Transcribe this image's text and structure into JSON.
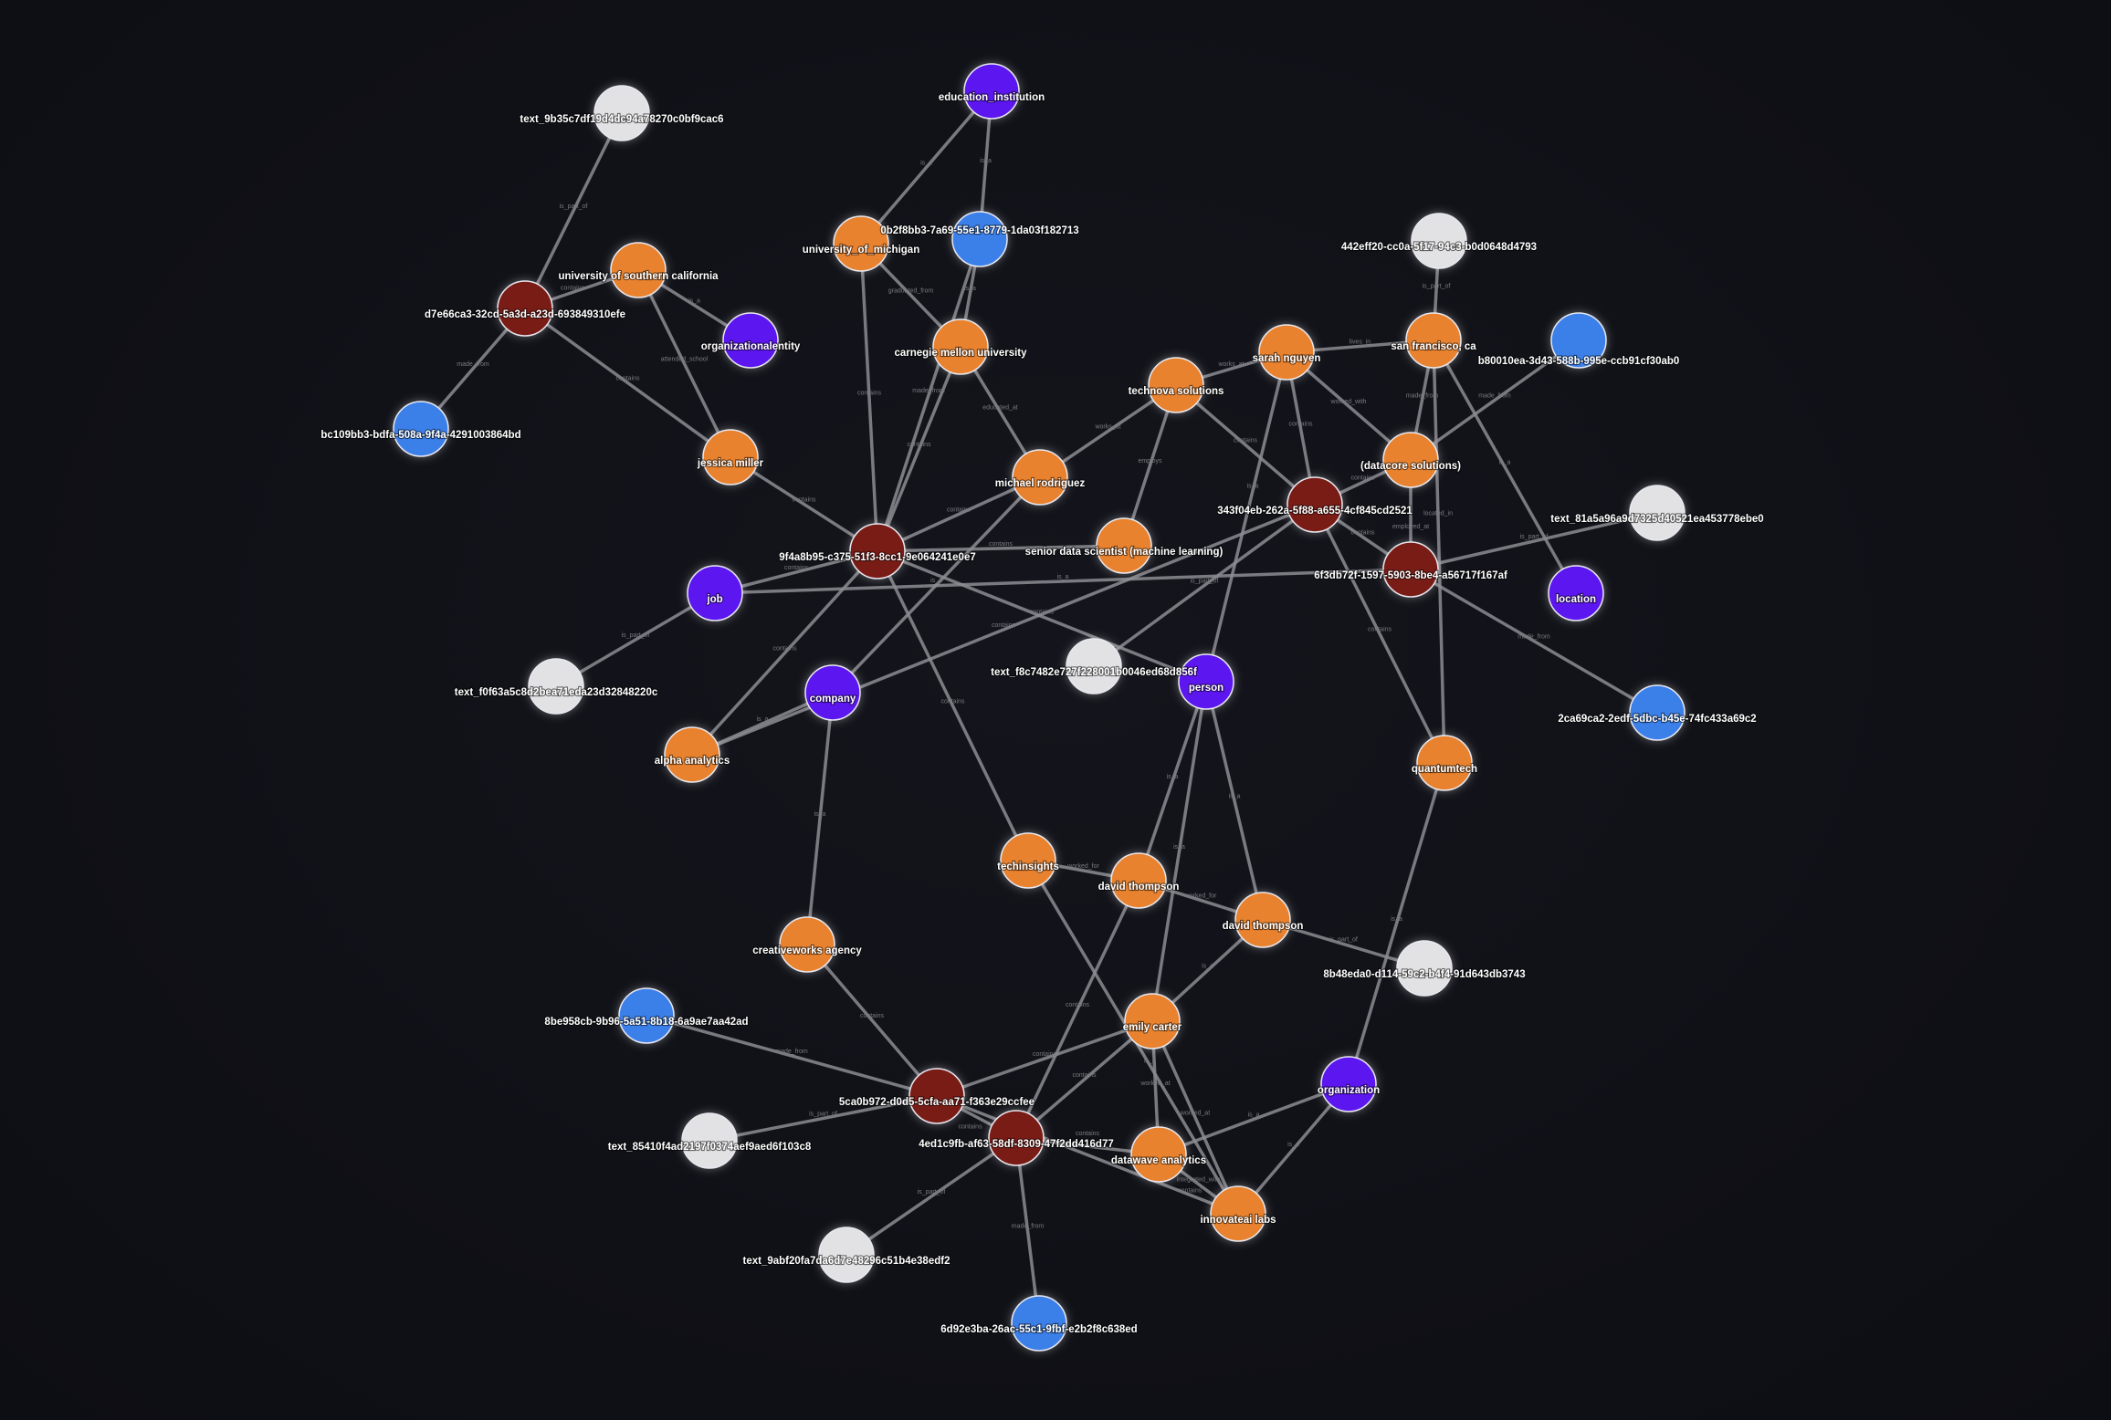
{
  "colors": {
    "background": "#111218",
    "edge": "#8c8c92",
    "text_chunk": "#e2e2e4",
    "concept": "#5b16ef",
    "entity": "#e8822f",
    "document": "#7a1a18",
    "source": "#3b7fe9"
  },
  "nodes": [
    {
      "id": "n1",
      "label": "text_9b35c7df19d4dc94a78270c0bf9cac6",
      "type": "text_chunk"
    },
    {
      "id": "n2",
      "label": "education_institution",
      "type": "concept"
    },
    {
      "id": "n3",
      "label": "university_of_michigan",
      "type": "entity"
    },
    {
      "id": "n4",
      "label": "0b2f8bb3-7a69-55e1-8779-1da03f182713",
      "type": "source"
    },
    {
      "id": "n5",
      "label": "university of southern california",
      "type": "entity"
    },
    {
      "id": "n6",
      "label": "d7e66ca3-32cd-5a3d-a23d-693849310efe",
      "type": "document"
    },
    {
      "id": "n7",
      "label": "organizationalentity",
      "type": "concept"
    },
    {
      "id": "n8",
      "label": "carnegie mellon university",
      "type": "entity"
    },
    {
      "id": "n9",
      "label": "bc109bb3-bdfa-508a-9f4a-4291003864bd",
      "type": "source"
    },
    {
      "id": "n10",
      "label": "jessica miller",
      "type": "entity"
    },
    {
      "id": "n11",
      "label": "michael rodriguez",
      "type": "entity"
    },
    {
      "id": "n12",
      "label": "9f4a8b95-c375-51f3-8cc1-9e064241e0e7",
      "type": "document"
    },
    {
      "id": "n13",
      "label": "job",
      "type": "concept"
    },
    {
      "id": "n14",
      "label": "senior data scientist (machine learning)",
      "type": "entity"
    },
    {
      "id": "n15",
      "label": "technova solutions",
      "type": "entity"
    },
    {
      "id": "n16",
      "label": "sarah nguyen",
      "type": "entity"
    },
    {
      "id": "n17",
      "label": "san francisco, ca",
      "type": "entity"
    },
    {
      "id": "n18",
      "label": "442eff20-cc0a-5f17-94c3-b0d0648d4793",
      "type": "text_chunk"
    },
    {
      "id": "n19",
      "label": "b80010ea-3d43-588b-995e-ccb91cf30ab0",
      "type": "source"
    },
    {
      "id": "n20",
      "label": "(datacore solutions)",
      "type": "entity"
    },
    {
      "id": "n21",
      "label": "343f04eb-262a-5f88-a655-4cf845cd2521",
      "type": "document"
    },
    {
      "id": "n22",
      "label": "6f3db72f-1597-5903-8be4-a56717f167af",
      "type": "document"
    },
    {
      "id": "n23",
      "label": "text_81a5a96a9d7325d40521ea453778ebe0",
      "type": "text_chunk"
    },
    {
      "id": "n24",
      "label": "location",
      "type": "concept"
    },
    {
      "id": "n25",
      "label": "text_f0f63a5c8d2bea71eda23d32848220c",
      "type": "text_chunk"
    },
    {
      "id": "n26",
      "label": "company",
      "type": "concept"
    },
    {
      "id": "n27",
      "label": "text_f8c7482e727f228001b0046ed68d856f",
      "type": "text_chunk"
    },
    {
      "id": "n28",
      "label": "person",
      "type": "concept"
    },
    {
      "id": "n29",
      "label": "alpha analytics",
      "type": "entity"
    },
    {
      "id": "n30",
      "label": "2ca69ca2-2edf-5dbc-b45e-74fc433a69c2",
      "type": "source"
    },
    {
      "id": "n31",
      "label": "quantumtech",
      "type": "entity"
    },
    {
      "id": "n32",
      "label": "techinsights",
      "type": "entity"
    },
    {
      "id": "n33",
      "label": "david thompson",
      "type": "entity"
    },
    {
      "id": "n34",
      "label": "david thompson",
      "type": "entity"
    },
    {
      "id": "n35",
      "label": "creativeworks agency",
      "type": "entity"
    },
    {
      "id": "n36",
      "label": "8b48eda0-d114-59c2-b4f4-91d643db3743",
      "type": "text_chunk"
    },
    {
      "id": "n37",
      "label": "8be958cb-9b96-5a51-8b18-6a9ae7aa42ad",
      "type": "source"
    },
    {
      "id": "n38",
      "label": "emily carter",
      "type": "entity"
    },
    {
      "id": "n39",
      "label": "organization",
      "type": "concept"
    },
    {
      "id": "n40",
      "label": "5ca0b972-d0d5-5cfa-aa71-f363e29ccfee",
      "type": "document"
    },
    {
      "id": "n41",
      "label": "text_85410f4ad2197f0374aef9aed6f103c8",
      "type": "text_chunk"
    },
    {
      "id": "n42",
      "label": "4ed1c9fb-af63-58df-8309-47f2dd416d77",
      "type": "document"
    },
    {
      "id": "n43",
      "label": "datawave analytics",
      "type": "entity"
    },
    {
      "id": "n44",
      "label": "innovateai labs",
      "type": "entity"
    },
    {
      "id": "n45",
      "label": "text_9abf20fa7da6d7e48296c51b4e38edf2",
      "type": "text_chunk"
    },
    {
      "id": "n46",
      "label": "6d92e3ba-26ac-55c1-9fbf-e2b2f8c638ed",
      "type": "source"
    }
  ],
  "edges": [
    {
      "s": "n1",
      "t": "n6",
      "label": "is_part_of"
    },
    {
      "s": "n6",
      "t": "n5",
      "label": "contains"
    },
    {
      "s": "n6",
      "t": "n9",
      "label": "made_from"
    },
    {
      "s": "n6",
      "t": "n10",
      "label": "contains"
    },
    {
      "s": "n5",
      "t": "n7",
      "label": "is_a"
    },
    {
      "s": "n5",
      "t": "n10",
      "label": "attended_school"
    },
    {
      "s": "n2",
      "t": "n3",
      "label": "is_a"
    },
    {
      "s": "n2",
      "t": "n4",
      "label": "is_a"
    },
    {
      "s": "n3",
      "t": "n8",
      "label": "graduated_from"
    },
    {
      "s": "n3",
      "t": "n12",
      "label": "contains"
    },
    {
      "s": "n4",
      "t": "n12",
      "label": "made_from"
    },
    {
      "s": "n4",
      "t": "n8",
      "label": "is_a"
    },
    {
      "s": "n8",
      "t": "n11",
      "label": "educated_at"
    },
    {
      "s": "n8",
      "t": "n12",
      "label": "contains"
    },
    {
      "s": "n10",
      "t": "n12",
      "label": "contains"
    },
    {
      "s": "n11",
      "t": "n12",
      "label": "contains"
    },
    {
      "s": "n11",
      "t": "n15",
      "label": "works_at"
    },
    {
      "s": "n11",
      "t": "n26",
      "label": "is_a"
    },
    {
      "s": "n12",
      "t": "n13",
      "label": "contains"
    },
    {
      "s": "n12",
      "t": "n14",
      "label": "contains"
    },
    {
      "s": "n12",
      "t": "n28",
      "label": "contains"
    },
    {
      "s": "n12",
      "t": "n29",
      "label": "contains"
    },
    {
      "s": "n12",
      "t": "n32",
      "label": "contains"
    },
    {
      "s": "n13",
      "t": "n22",
      "label": "is_a"
    },
    {
      "s": "n13",
      "t": "n25",
      "label": "is_part_of"
    },
    {
      "s": "n26",
      "t": "n29",
      "label": "is_a"
    },
    {
      "s": "n26",
      "t": "n35",
      "label": "is_a"
    },
    {
      "s": "n15",
      "t": "n16",
      "label": "works_at"
    },
    {
      "s": "n15",
      "t": "n14",
      "label": "employs"
    },
    {
      "s": "n15",
      "t": "n21",
      "label": "contains"
    },
    {
      "s": "n16",
      "t": "n17",
      "label": "lives_in"
    },
    {
      "s": "n16",
      "t": "n21",
      "label": "contains"
    },
    {
      "s": "n16",
      "t": "n28",
      "label": "is_a"
    },
    {
      "s": "n16",
      "t": "n20",
      "label": "worked_with"
    },
    {
      "s": "n17",
      "t": "n18",
      "label": "is_part_of"
    },
    {
      "s": "n17",
      "t": "n20",
      "label": "made_from"
    },
    {
      "s": "n17",
      "t": "n31",
      "label": "located_in"
    },
    {
      "s": "n17",
      "t": "n24",
      "label": "is_a"
    },
    {
      "s": "n19",
      "t": "n20",
      "label": "made_from"
    },
    {
      "s": "n20",
      "t": "n21",
      "label": "contains"
    },
    {
      "s": "n20",
      "t": "n22",
      "label": "employed_at"
    },
    {
      "s": "n21",
      "t": "n22",
      "label": "contains"
    },
    {
      "s": "n21",
      "t": "n27",
      "label": "is_part_of"
    },
    {
      "s": "n21",
      "t": "n31",
      "label": "contains"
    },
    {
      "s": "n21",
      "t": "n29",
      "label": "contains"
    },
    {
      "s": "n22",
      "t": "n23",
      "label": "is_part_of"
    },
    {
      "s": "n22",
      "t": "n30",
      "label": "made_from"
    },
    {
      "s": "n28",
      "t": "n33",
      "label": "is_a"
    },
    {
      "s": "n28",
      "t": "n34",
      "label": "is_a"
    },
    {
      "s": "n28",
      "t": "n38",
      "label": "is_a"
    },
    {
      "s": "n32",
      "t": "n33",
      "label": "worked_for"
    },
    {
      "s": "n32",
      "t": "n44",
      "label": "is_a"
    },
    {
      "s": "n33",
      "t": "n34",
      "label": "worked_for"
    },
    {
      "s": "n33",
      "t": "n42",
      "label": "contains"
    },
    {
      "s": "n34",
      "t": "n36",
      "label": "is_part_of"
    },
    {
      "s": "n34",
      "t": "n38",
      "label": "is_a"
    },
    {
      "s": "n31",
      "t": "n39",
      "label": "is_a"
    },
    {
      "s": "n38",
      "t": "n40",
      "label": "contains"
    },
    {
      "s": "n38",
      "t": "n42",
      "label": "contains"
    },
    {
      "s": "n38",
      "t": "n43",
      "label": "worked_at"
    },
    {
      "s": "n38",
      "t": "n44",
      "label": "worked_at"
    },
    {
      "s": "n39",
      "t": "n43",
      "label": "is_a"
    },
    {
      "s": "n39",
      "t": "n44",
      "label": "is_a"
    },
    {
      "s": "n35",
      "t": "n40",
      "label": "contains"
    },
    {
      "s": "n37",
      "t": "n40",
      "label": "made_from"
    },
    {
      "s": "n41",
      "t": "n40",
      "label": "is_part_of"
    },
    {
      "s": "n40",
      "t": "n42",
      "label": "contains"
    },
    {
      "s": "n40",
      "t": "n44",
      "label": "contains"
    },
    {
      "s": "n42",
      "t": "n43",
      "label": "contains"
    },
    {
      "s": "n42",
      "t": "n45",
      "label": "is_part_of"
    },
    {
      "s": "n42",
      "t": "n46",
      "label": "made_from"
    },
    {
      "s": "n43",
      "t": "n44",
      "label": "integrated_with"
    }
  ]
}
